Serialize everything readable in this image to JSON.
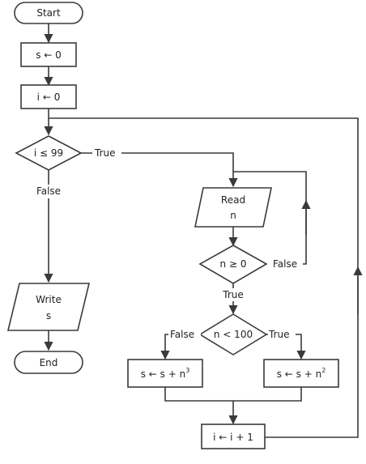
{
  "flowchart": {
    "start": "Start",
    "init_s": "s ← 0",
    "init_i": "i ← 0",
    "cond_i": "i ≤ 99",
    "read": [
      "Read",
      "n"
    ],
    "cond_n_nonneg": "n ≥ 0",
    "cond_n_lt100": "n < 100",
    "assign_cube": {
      "base": "s ← s + n",
      "exp": "3"
    },
    "assign_square": {
      "base": "s ← s + n",
      "exp": "2"
    },
    "increment": "i ← i + 1",
    "write": [
      "Write",
      "s"
    ],
    "end": "End",
    "labels": {
      "true": "True",
      "false": "False"
    }
  }
}
